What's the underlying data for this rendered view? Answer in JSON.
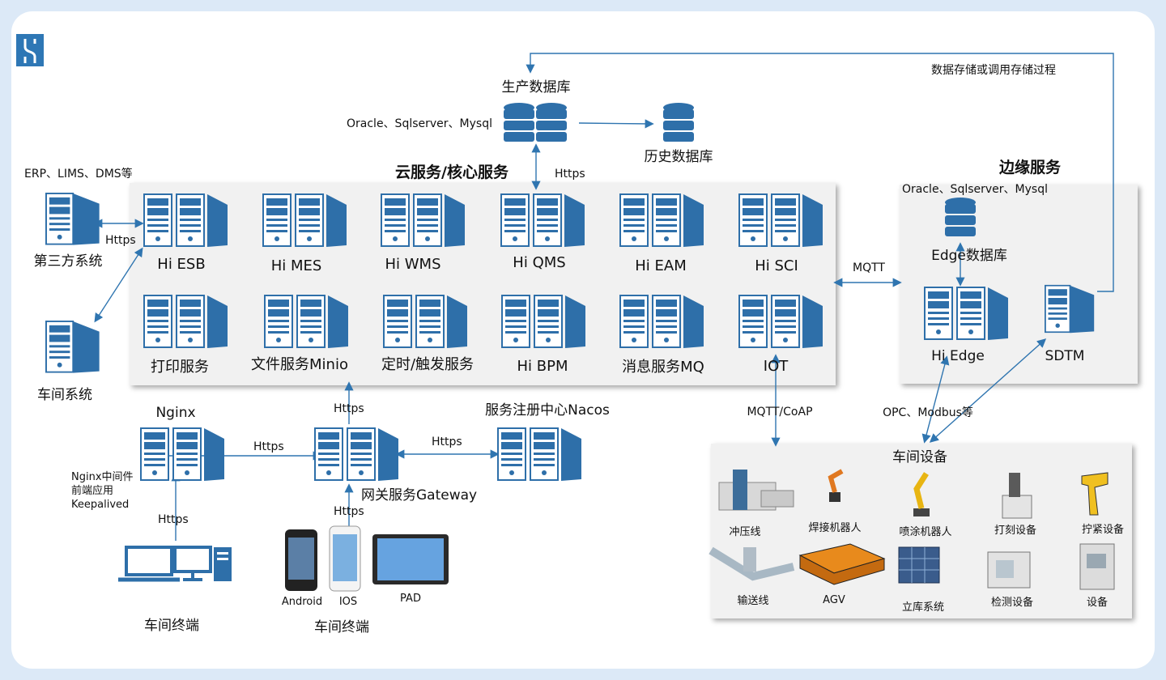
{
  "header": {
    "logo_icon": "company-logo"
  },
  "top": {
    "prod_db": "生产数据库",
    "db_types": "Oracle、Sqlserver、Mysql",
    "history_db": "历史数据库",
    "store_note": "数据存储或调用存储过程",
    "https_label": "Https"
  },
  "cloud": {
    "title": "云服务/核心服务",
    "services": [
      "Hi ESB",
      "Hi MES",
      "Hi WMS",
      "Hi QMS",
      "Hi EAM",
      "Hi SCI",
      "打印服务",
      "文件服务Minio",
      "定时/触发服务",
      "Hi BPM",
      "消息服务MQ",
      "IOT"
    ]
  },
  "left": {
    "third_party_note": "ERP、LIMS、DMS等",
    "third_party": "第三方系统",
    "workshop_system": "车间系统",
    "https_label": "Https"
  },
  "edge": {
    "title": "边缘服务",
    "db_types": "Oracle、Sqlserver、Mysql",
    "edge_db": "Edge数据库",
    "hi_edge": "Hi Edge",
    "sdtm": "SDTM",
    "mqtt": "MQTT"
  },
  "bottom": {
    "nginx": "Nginx",
    "nginx_note": [
      "Nginx中间件",
      "前端应用",
      "Keepalived"
    ],
    "https_a": "Https",
    "https_b": "Https",
    "https_c": "Https",
    "https_d": "Https",
    "https_e": "Https",
    "gateway": "网关服务Gateway",
    "nacos": "服务注册中心Nacos",
    "terminal_pc": "车间终端",
    "terminal_mobile": "车间终端",
    "android": "Android",
    "ios": "IOS",
    "pad": "PAD",
    "mqtt_coap": "MQTT/CoAP",
    "opc": "OPC、Modbus等"
  },
  "devices": {
    "title": "车间设备",
    "items": [
      "冲压线",
      "焊接机器人",
      "喷涂机器人",
      "打刻设备",
      "拧紧设备",
      "输送线",
      "AGV",
      "立库系统",
      "检测设备",
      "设备"
    ]
  },
  "colors": {
    "accent": "#2e6fa9",
    "arrow": "#2f75b0",
    "panel": "#f1f1f1",
    "background": "#dce9f7"
  }
}
